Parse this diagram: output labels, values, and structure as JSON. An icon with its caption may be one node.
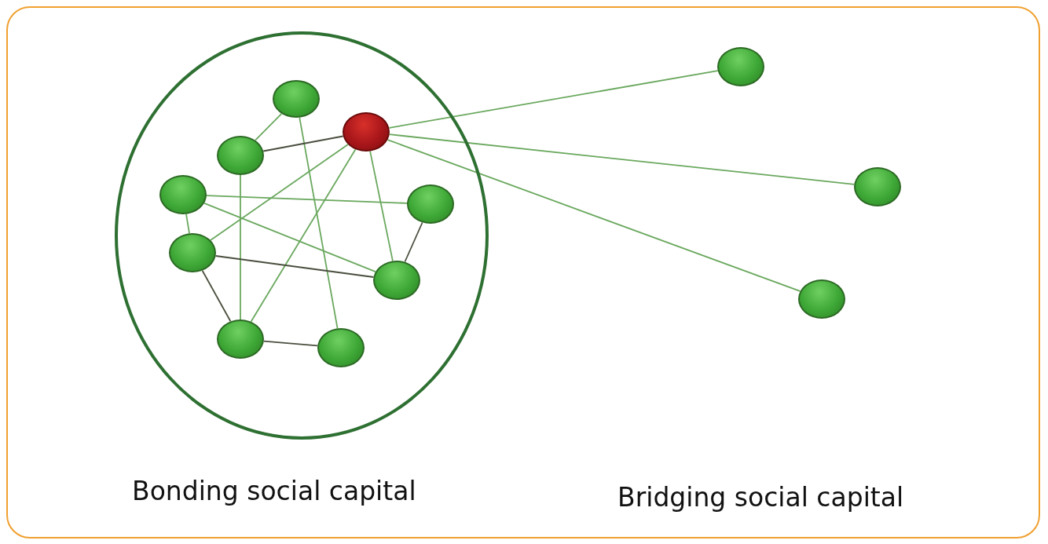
{
  "diagram": {
    "nodes": [
      {
        "text": [],
        "shape": "circle"
      },
      {
        "text": [],
        "shape": "circle",
        "in": 0
      },
      {
        "text": [],
        "shape": "circle",
        "in": 0
      },
      {
        "text": [],
        "shape": "circle",
        "in": 0
      },
      {
        "text": [],
        "shape": "circle",
        "in": 0
      },
      {
        "text": [],
        "shape": "circle",
        "in": 0
      },
      {
        "text": [],
        "shape": "circle",
        "in": 0
      },
      {
        "text": [],
        "shape": "circle",
        "in": 0
      },
      {
        "text": [],
        "shape": "circle",
        "in": 0
      },
      {
        "text": [],
        "shape": "circle",
        "in": 0
      },
      {
        "text": [],
        "shape": "circle"
      },
      {
        "text": [],
        "shape": "circle"
      },
      {
        "text": [],
        "shape": "circle"
      }
    ],
    "edges": [
      {
        "from": 1,
        "to": 3,
        "arrow": "none"
      },
      {
        "from": 1,
        "to": 9,
        "arrow": "none"
      },
      {
        "from": 2,
        "to": 3,
        "arrow": "none",
        "color": "#4a4f3e"
      },
      {
        "from": 2,
        "to": 6,
        "arrow": "none"
      },
      {
        "from": 2,
        "to": 8,
        "arrow": "none"
      },
      {
        "from": 2,
        "to": 7,
        "arrow": "none"
      },
      {
        "from": 3,
        "to": 8,
        "arrow": "none"
      },
      {
        "from": 4,
        "to": 5,
        "arrow": "none"
      },
      {
        "from": 4,
        "to": 7,
        "arrow": "none"
      },
      {
        "from": 4,
        "to": 6,
        "arrow": "none"
      },
      {
        "from": 6,
        "to": 7,
        "arrow": "none",
        "color": "#4a4f3e"
      },
      {
        "from": 6,
        "to": 8,
        "arrow": "none",
        "color": "#4a4f3e"
      },
      {
        "from": 5,
        "to": 7,
        "arrow": "none",
        "color": "#4a4f3e"
      },
      {
        "from": 8,
        "to": 9,
        "arrow": "none",
        "color": "#4a4f3e"
      },
      {
        "from": 2,
        "to": 10,
        "arrow": "none"
      },
      {
        "from": 2,
        "to": 11,
        "arrow": "none"
      },
      {
        "from": 2,
        "to": 12,
        "arrow": "none"
      }
    ],
    "labels": [
      "Bonding social capital",
      "Bridging social capital"
    ]
  }
}
